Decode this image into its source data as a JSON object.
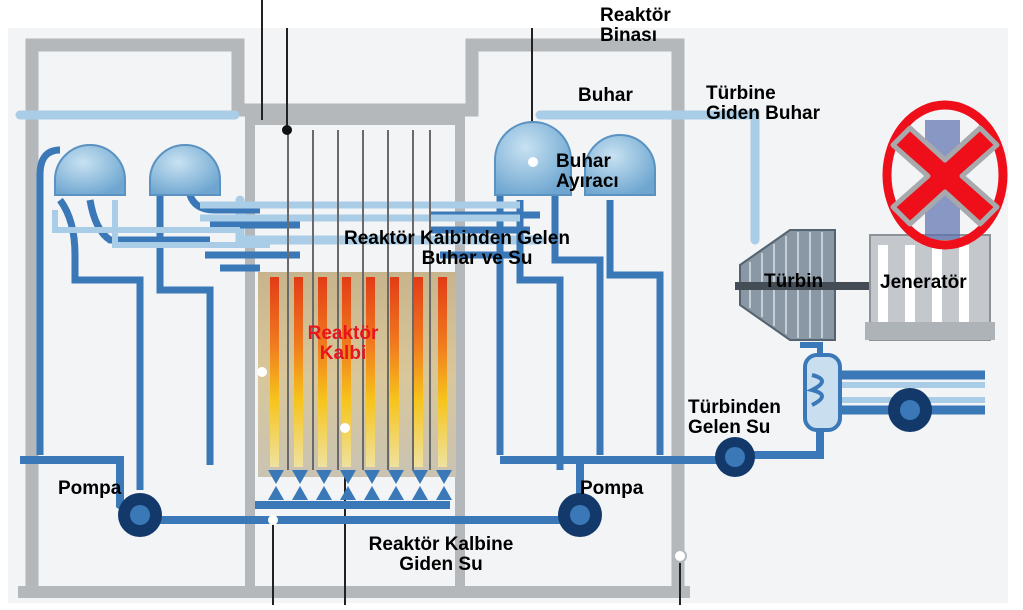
{
  "labels": {
    "building": [
      "Reaktör",
      "Binası"
    ],
    "steam": "Buhar",
    "steam_to_turbine": [
      "Türbine",
      "Giden Buhar"
    ],
    "separator": [
      "Buhar",
      "Ayıracı"
    ],
    "from_core": [
      "Reaktör Kalbinden Gelen",
      "Buhar ve Su"
    ],
    "turbine": "Türbin",
    "generator": "Jeneratör",
    "core": [
      "Reaktör",
      "Kalbi"
    ],
    "pump_left": "Pompa",
    "pump_right": "Pompa",
    "from_turbine": [
      "Türbinden",
      "Gelen Su"
    ],
    "to_core": [
      "Reaktör Kalbine",
      "Giden Su"
    ]
  },
  "colors": {
    "building_wall": "#b4b8ba",
    "pipe": "#3a78b8",
    "pipe_light": "#a9cde6",
    "pump": "#12396a",
    "core_hot": "#e03a14",
    "core_warm": "#f6c41c",
    "cross_mark": "#ee0f1a"
  },
  "icons": [
    "pump-icon",
    "separator-drum-icon",
    "turbine-icon",
    "generator-icon",
    "cross-mark-icon"
  ]
}
